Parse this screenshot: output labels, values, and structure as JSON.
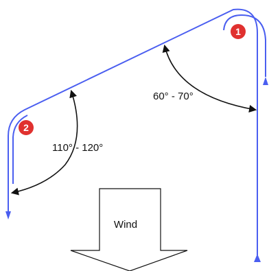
{
  "diagram": {
    "angle_upwind": "60° - 70°",
    "angle_downwind": "110° - 120°",
    "wind_label": "Wind",
    "markers": [
      {
        "label": "1"
      },
      {
        "label": "2"
      }
    ]
  },
  "colors": {
    "path": "#4a5ef0",
    "marker": "#e0312f",
    "arrow": "#111111"
  }
}
